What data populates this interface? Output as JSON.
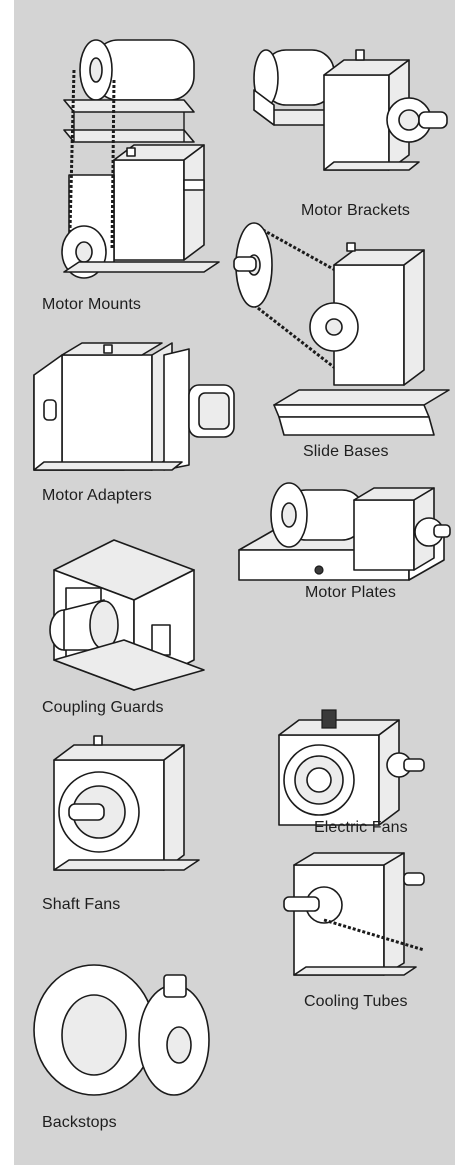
{
  "accessories": [
    {
      "label": "Motor Mounts",
      "icon": "motor-mount-icon"
    },
    {
      "label": "Motor Brackets",
      "icon": "motor-bracket-icon"
    },
    {
      "label": "Slide Bases",
      "icon": "slide-base-icon"
    },
    {
      "label": "Motor Adapters",
      "icon": "motor-adapter-icon"
    },
    {
      "label": "Motor Plates",
      "icon": "motor-plate-icon"
    },
    {
      "label": "Coupling Guards",
      "icon": "coupling-guard-icon"
    },
    {
      "label": "Electric Fans",
      "icon": "electric-fan-icon"
    },
    {
      "label": "Shaft Fans",
      "icon": "shaft-fan-icon"
    },
    {
      "label": "Cooling Tubes",
      "icon": "cooling-tube-icon"
    },
    {
      "label": "Backstops",
      "icon": "backstop-icon"
    }
  ],
  "colors": {
    "panel": "#d4d4d4",
    "line": "#1b1b1b",
    "text": "#1e1e1e"
  }
}
